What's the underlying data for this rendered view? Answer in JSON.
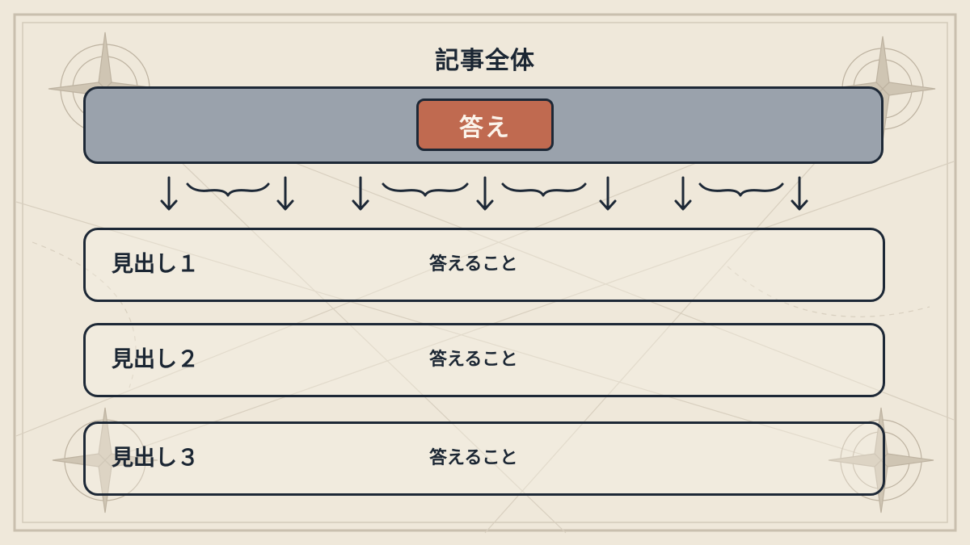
{
  "title": "記事全体",
  "answer": {
    "label": "答え"
  },
  "sections": [
    {
      "heading": "見出し１",
      "description": "答えること"
    },
    {
      "heading": "見出し２",
      "description": "答えること"
    },
    {
      "heading": "見出し３",
      "description": "答えること"
    }
  ],
  "colors": {
    "background": "#efe8da",
    "answer_bar": "#9aa2ac",
    "answer_pill": "#c06a50",
    "ink": "#1d2836"
  }
}
